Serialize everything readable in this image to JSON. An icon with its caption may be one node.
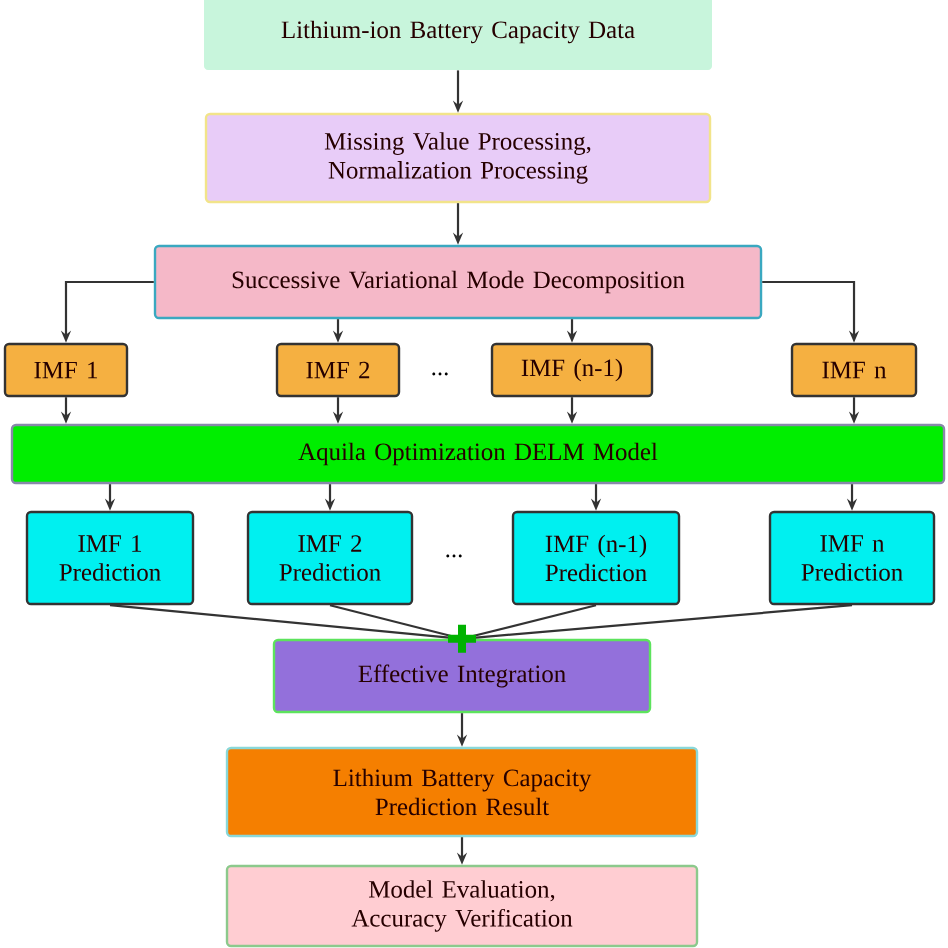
{
  "diagram": {
    "nodes": [
      {
        "text": [
          "Lithium-ion Battery Capacity Data"
        ]
      },
      {
        "text": [
          "Missing Value Processing, Normalization Processing"
        ]
      },
      {
        "text": [
          "Successive Variational Mode Decomposition"
        ]
      },
      {
        "text": [
          "IMF 1"
        ]
      },
      {
        "text": [
          "IMF 2"
        ]
      },
      {
        "text": [
          "IMF (n-1)"
        ]
      },
      {
        "text": [
          "IMF n"
        ]
      },
      {
        "text": [
          "Aquila Optimization DELM Model"
        ]
      },
      {
        "text": [
          "IMF 1 Prediction"
        ]
      },
      {
        "text": [
          "IMF 2 Prediction"
        ]
      },
      {
        "text": [
          "IMF (n-1) Prediction"
        ]
      },
      {
        "text": [
          "IMF n Prediction"
        ]
      },
      {
        "text": [
          "Effective Integration"
        ]
      },
      {
        "text": [
          "Lithium Battery Capacity Prediction Result"
        ]
      },
      {
        "text": [
          "Model Evaluation, Accuracy Verification"
        ]
      }
    ],
    "edges": [
      {
        "from": 0,
        "to": 1,
        "arrow": "to"
      },
      {
        "from": 1,
        "to": 2,
        "arrow": "to"
      },
      {
        "from": 2,
        "to": 3,
        "arrow": "to"
      },
      {
        "from": 2,
        "to": 4,
        "arrow": "to"
      },
      {
        "from": 2,
        "to": 5,
        "arrow": "to"
      },
      {
        "from": 2,
        "to": 6,
        "arrow": "to"
      },
      {
        "from": 3,
        "to": 7,
        "arrow": "to"
      },
      {
        "from": 4,
        "to": 7,
        "arrow": "to"
      },
      {
        "from": 5,
        "to": 7,
        "arrow": "to"
      },
      {
        "from": 6,
        "to": 7,
        "arrow": "to"
      },
      {
        "from": 7,
        "to": 8,
        "arrow": "to"
      },
      {
        "from": 7,
        "to": 9,
        "arrow": "to"
      },
      {
        "from": 7,
        "to": 10,
        "arrow": "to"
      },
      {
        "from": 7,
        "to": 11,
        "arrow": "to"
      },
      {
        "from": 8,
        "to": 12,
        "arrow": "none"
      },
      {
        "from": 9,
        "to": 12,
        "arrow": "none"
      },
      {
        "from": 10,
        "to": 12,
        "arrow": "none"
      },
      {
        "from": 11,
        "to": 12,
        "arrow": "none"
      },
      {
        "from": 12,
        "to": 13,
        "arrow": "to"
      },
      {
        "from": 13,
        "to": 14,
        "arrow": "to"
      }
    ],
    "labels": [
      "...",
      "..."
    ]
  }
}
